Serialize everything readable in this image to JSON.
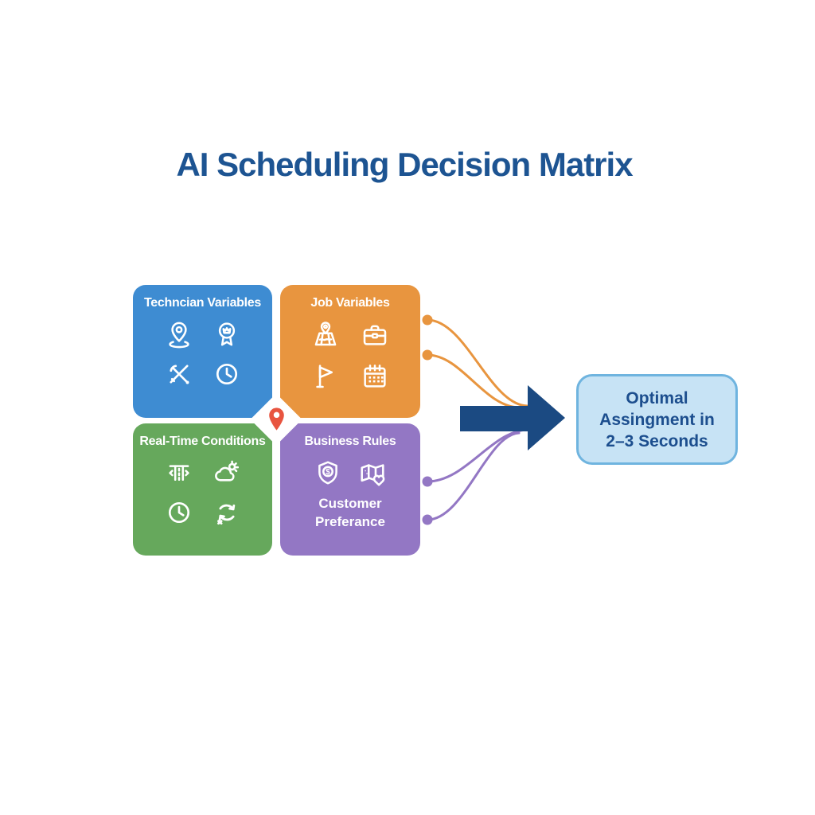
{
  "title": "AI Scheduling Decision Matrix",
  "title_color": "#1d5492",
  "quadrants": [
    {
      "label": "Techncian Variables",
      "color": "#3e8cd2",
      "icons": [
        "location-pin",
        "award-badge",
        "tools",
        "clock"
      ]
    },
    {
      "label": "Job Variables",
      "color": "#e8953f",
      "icons": [
        "map-pin",
        "briefcase",
        "flag",
        "calendar"
      ]
    },
    {
      "label": "Real-Time Conditions",
      "color": "#66a85c",
      "icons": [
        "traffic-lanes",
        "weather-cloud-sun",
        "clock",
        "sync-arrows"
      ]
    },
    {
      "label": "Business Rules",
      "color": "#9377c4",
      "icons": [
        "shield-dollar",
        "map-heart"
      ],
      "sublabel": "Customer Preferance"
    }
  ],
  "center_marker": {
    "icon": "map-pin-marker",
    "color": "#e8543f"
  },
  "flow": {
    "arrow_color": "#1b4a82",
    "orange_connector_color": "#e8953f",
    "purple_connector_color": "#9377c4"
  },
  "result_box": {
    "lines": [
      "Optimal",
      "Assingment in",
      "2–3 Seconds"
    ],
    "fill_color": "#c7e3f5",
    "border_color": "#6fb4df",
    "text_color": "#1c4e8e"
  }
}
